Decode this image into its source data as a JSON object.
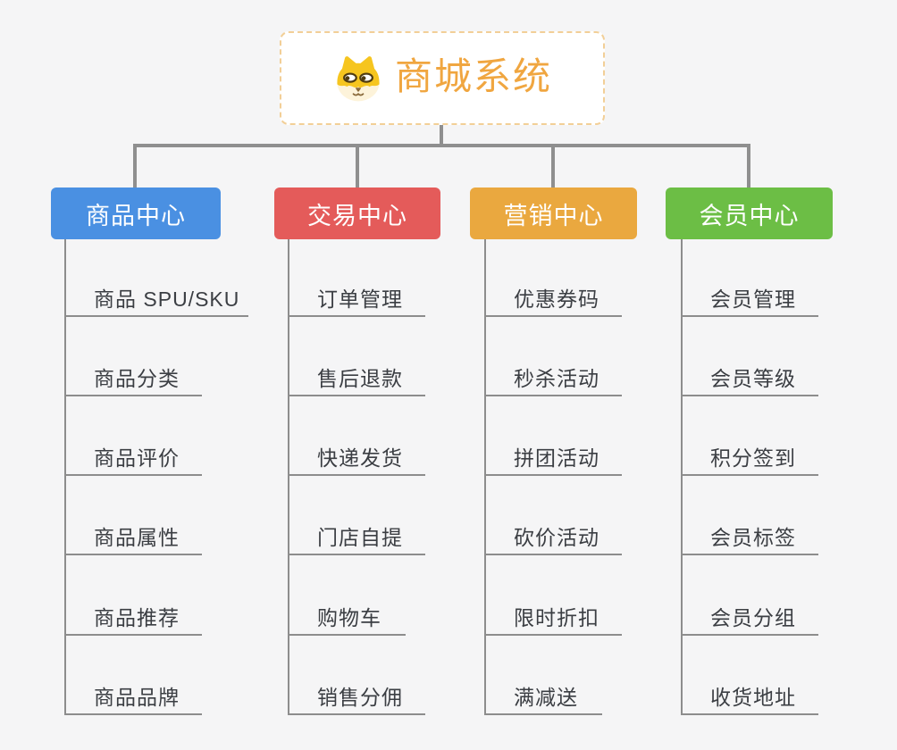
{
  "background_color": "#f5f5f6",
  "connector_color": "#8f8f8f",
  "root": {
    "title": "商城系统",
    "icon": "shiba-dog-icon",
    "title_color": "#f0a640",
    "border_color": "#f2cf97"
  },
  "branches": [
    {
      "label": "商品中心",
      "color": "#4a90e2",
      "items": [
        "商品 SPU/SKU",
        "商品分类",
        "商品评价",
        "商品属性",
        "商品推荐",
        "商品品牌"
      ]
    },
    {
      "label": "交易中心",
      "color": "#e45b5a",
      "items": [
        "订单管理",
        "售后退款",
        "快递发货",
        "门店自提",
        "购物车",
        "销售分佣"
      ]
    },
    {
      "label": "营销中心",
      "color": "#eaa83f",
      "items": [
        "优惠券码",
        "秒杀活动",
        "拼团活动",
        "砍价活动",
        "限时折扣",
        "满减送"
      ]
    },
    {
      "label": "会员中心",
      "color": "#6cbe45",
      "items": [
        "会员管理",
        "会员等级",
        "积分签到",
        "会员标签",
        "会员分组",
        "收货地址"
      ]
    }
  ]
}
